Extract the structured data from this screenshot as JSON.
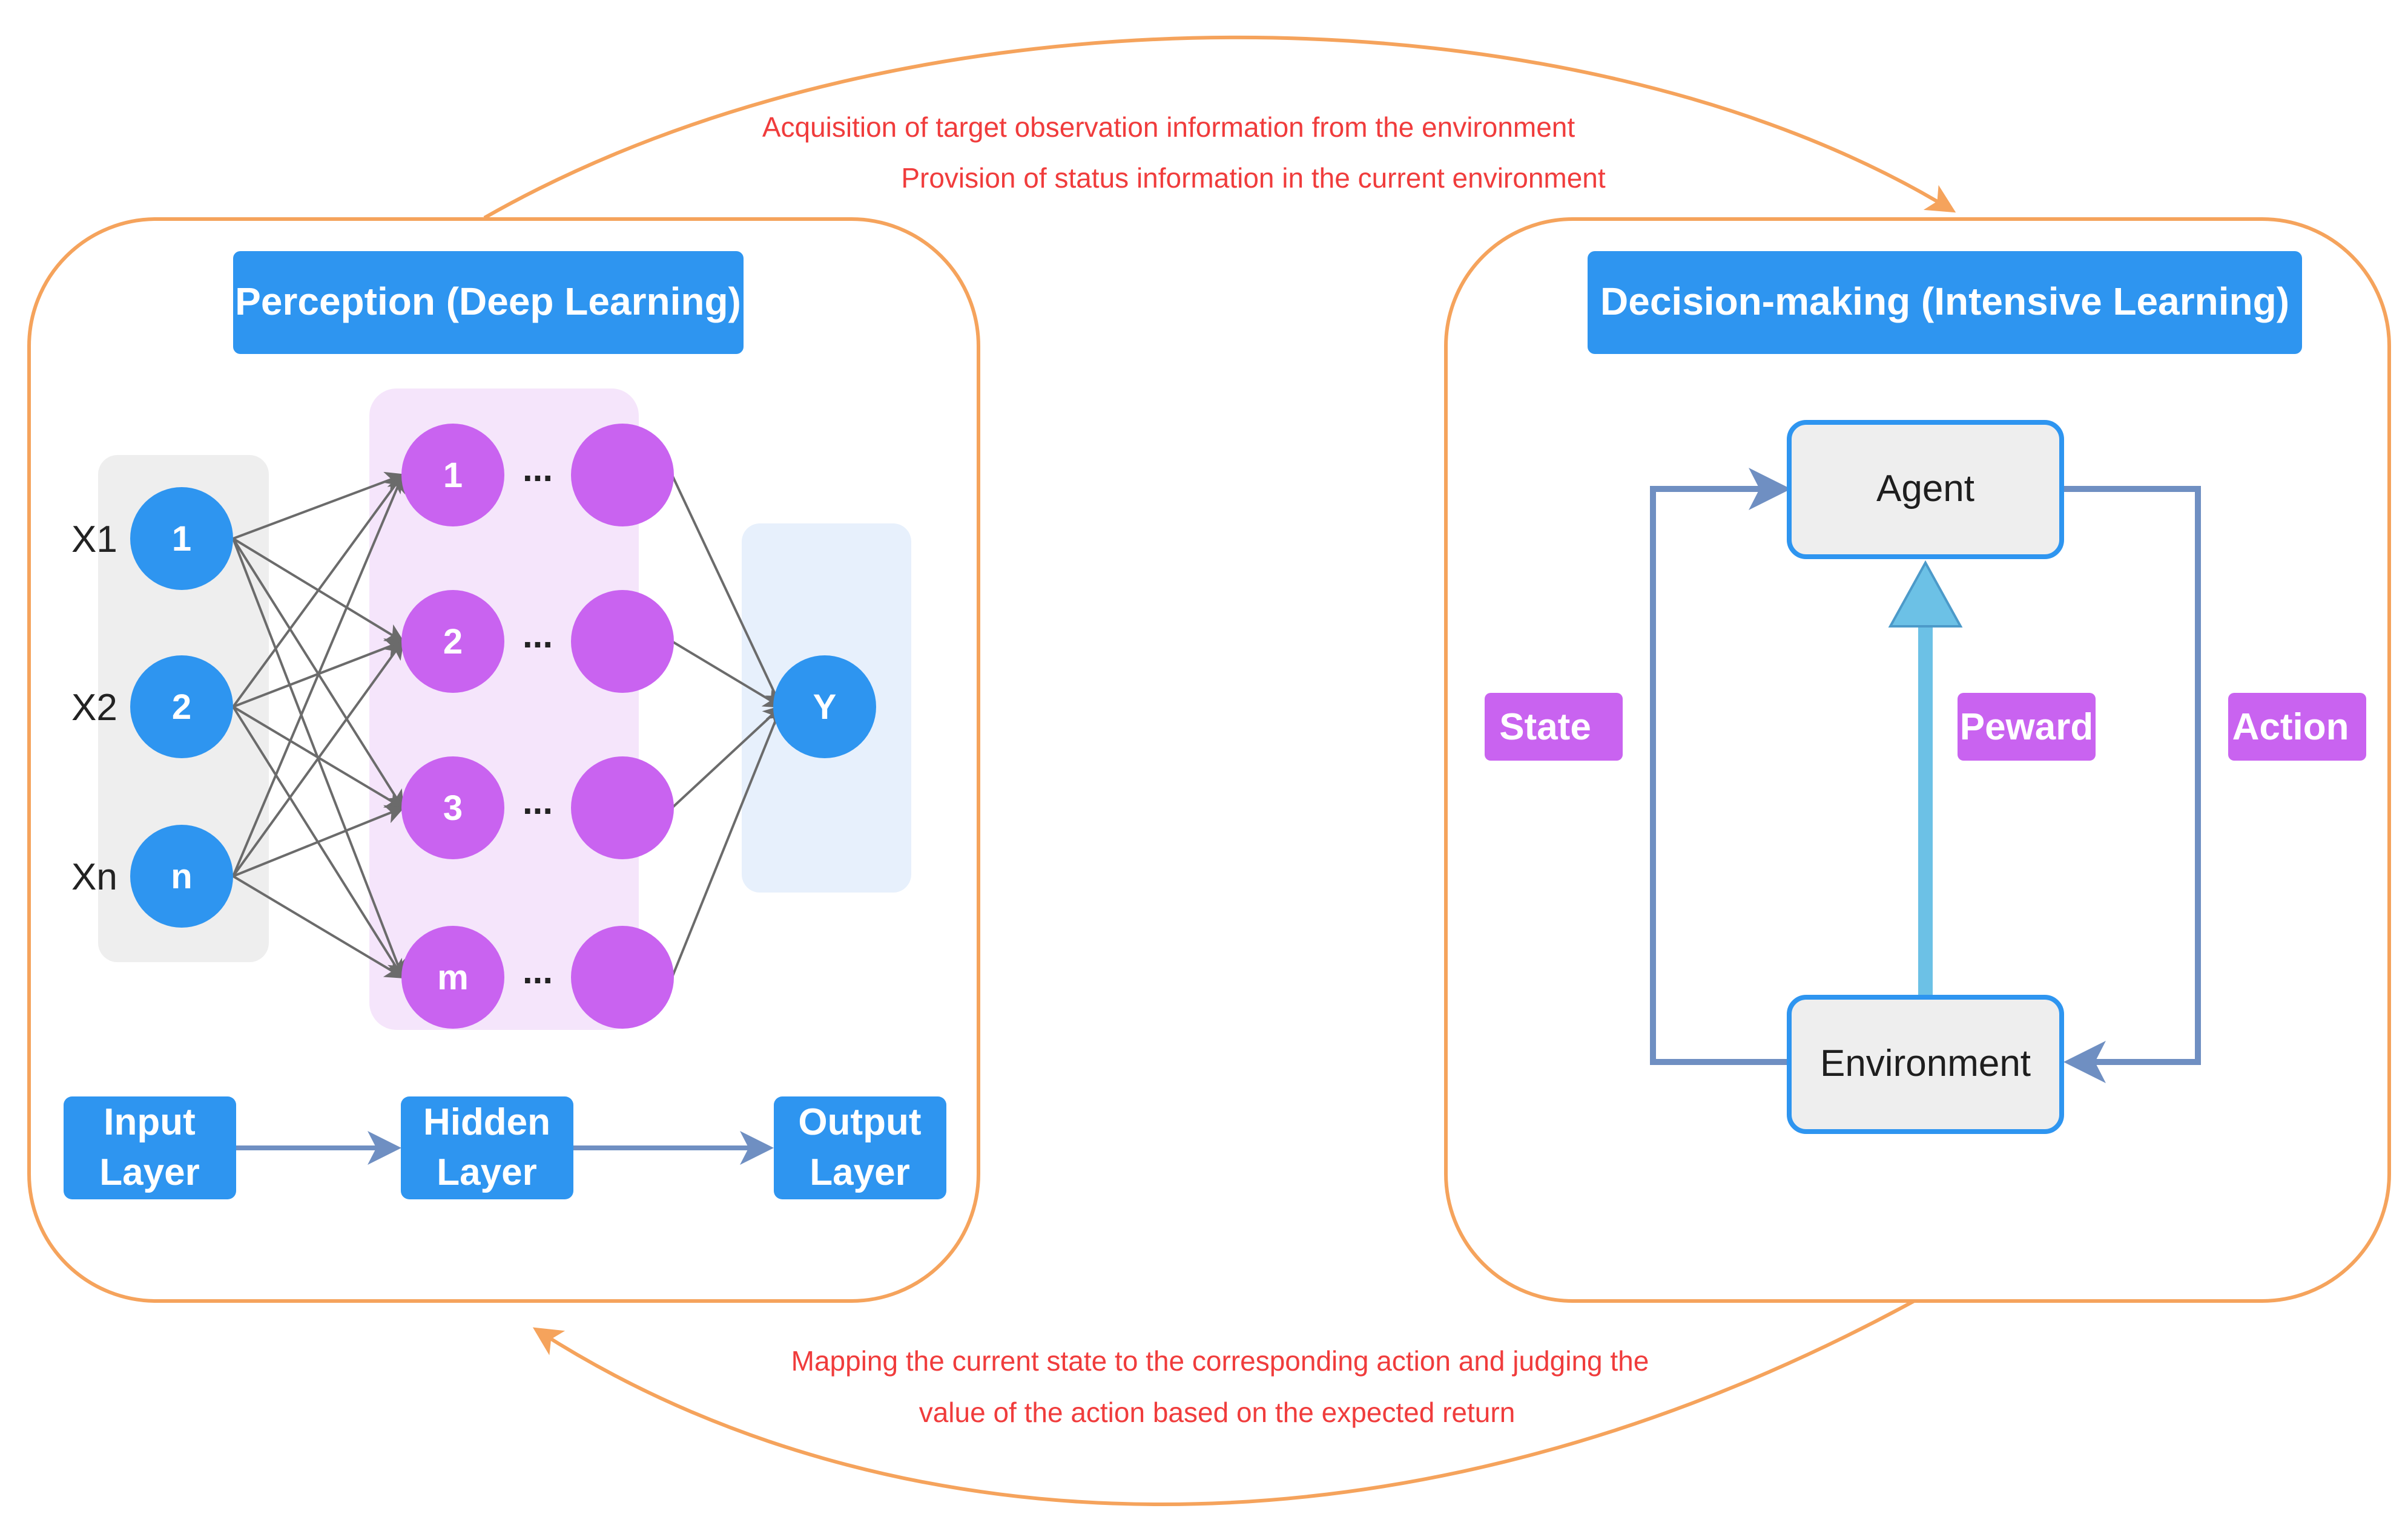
{
  "top_caption": {
    "line1": "Acquisition of target observation information from the environment",
    "line2": "Provision of status information in the current environment"
  },
  "bottom_caption": {
    "line1": "Mapping the current state to the corresponding action and judging the",
    "line2": "value of the action based on the expected return"
  },
  "perception": {
    "title": "Perception (Deep Learning)",
    "inputs": [
      {
        "label": "X1",
        "node": "1"
      },
      {
        "label": "X2",
        "node": "2"
      },
      {
        "label": "Xn",
        "node": "n"
      }
    ],
    "hidden": [
      {
        "node": "1",
        "dots": "..."
      },
      {
        "node": "2",
        "dots": "..."
      },
      {
        "node": "3",
        "dots": "..."
      },
      {
        "node": "m",
        "dots": "..."
      }
    ],
    "output": "Y",
    "layers": {
      "input": [
        "Input",
        "Layer"
      ],
      "hidden": [
        "Hidden",
        "Layer"
      ],
      "output": [
        "Output",
        "Layer"
      ]
    }
  },
  "decision": {
    "title": "Decision-making (Intensive Learning)",
    "agent": "Agent",
    "environment": "Environment",
    "state": "State",
    "reward": "Peward",
    "action": "Action"
  },
  "colors": {
    "orange": "#f5a35c",
    "blue": "#2e95f0",
    "purple": "#c963f0",
    "red_text": "#f03c3c",
    "loop_blue": "#6f8fc2",
    "reward_arrow": "#6cc1e6"
  }
}
